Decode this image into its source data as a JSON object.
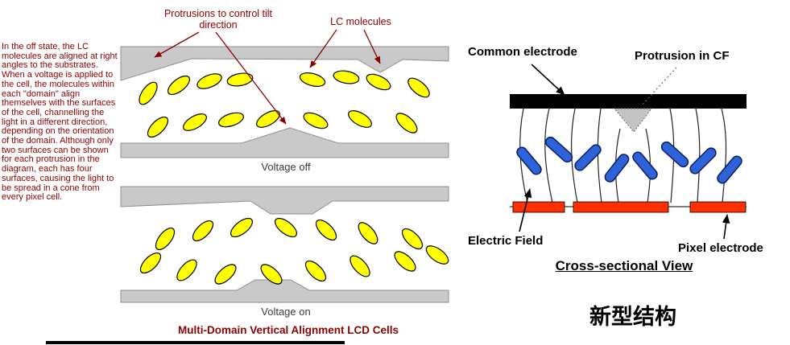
{
  "colors": {
    "annotation_red": "#8b0000",
    "substrate_gray": "#c9c9c9",
    "molecule_yellow": "#ffff00",
    "lc_blue": "#2e62d9",
    "pixel_red": "#ff2f00",
    "electrode_black": "#000000",
    "protrusion_gray": "#c4c4c4"
  },
  "left_text": {
    "paragraph": "In the off state, the LC molecules are aligned at right angles to the substrates. When a voltage is applied to the cell, the molecules within each \"domain\" align themselves with the surfaces of the cell, channelling the light in a different direction, depending on the orientation of the domain. Although only two surfaces can be shown for each protrusion in the diagram, each has four surfaces, causing the light to be spread in a cone from every pixel cell."
  },
  "mva_diagram": {
    "protrusions_label": "Protrusions to control tilt direction",
    "lc_molecules_label": "LC molecules",
    "voltage_off": "Voltage off",
    "voltage_on": "Voltage on",
    "caption": "Multi-Domain Vertical Alignment LCD Cells"
  },
  "cross_section": {
    "common_electrode_label": "Common electrode",
    "protrusion_cf_label": "Protrusion in CF",
    "electric_field_label": "Electric Field",
    "pixel_electrode_label": "Pixel electrode",
    "caption": "Cross-sectional View",
    "title_cn": "新型结构"
  }
}
